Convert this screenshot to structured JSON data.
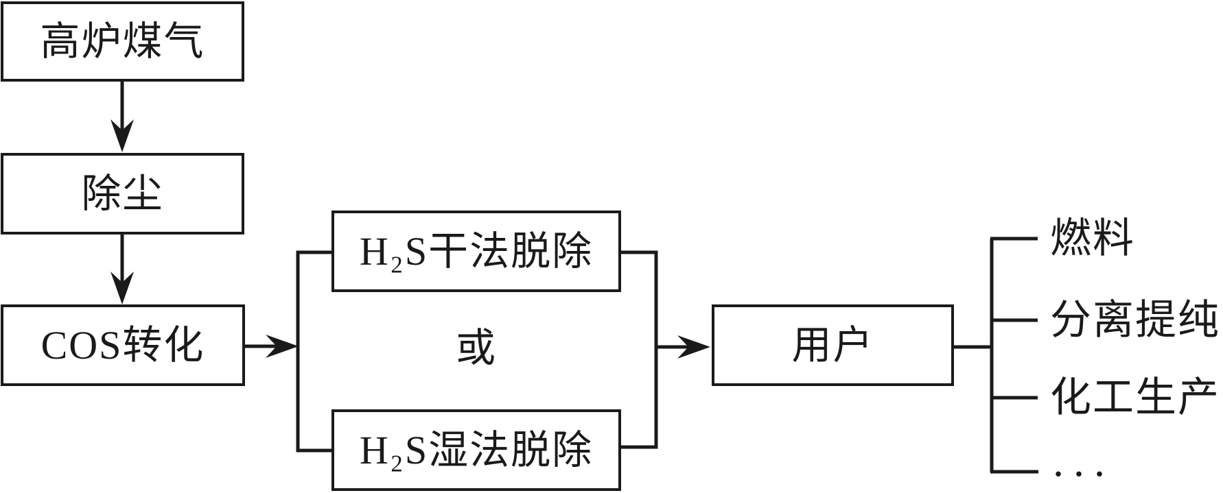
{
  "colors": {
    "ink": "#1a1a1a",
    "background": "#ffffff"
  },
  "flow": {
    "source_label": "高炉煤气",
    "dust_removal_label": "除尘",
    "cos_conversion_label": "COS转化",
    "h2s_dry_label": "H₂S干法脱除",
    "or_label": "或",
    "h2s_wet_label": "H₂S湿法脱除",
    "user_label": "用户",
    "outputs": [
      {
        "label": "燃料"
      },
      {
        "label": "分离提纯"
      },
      {
        "label": "化工生产"
      },
      {
        "label": "..."
      }
    ]
  }
}
